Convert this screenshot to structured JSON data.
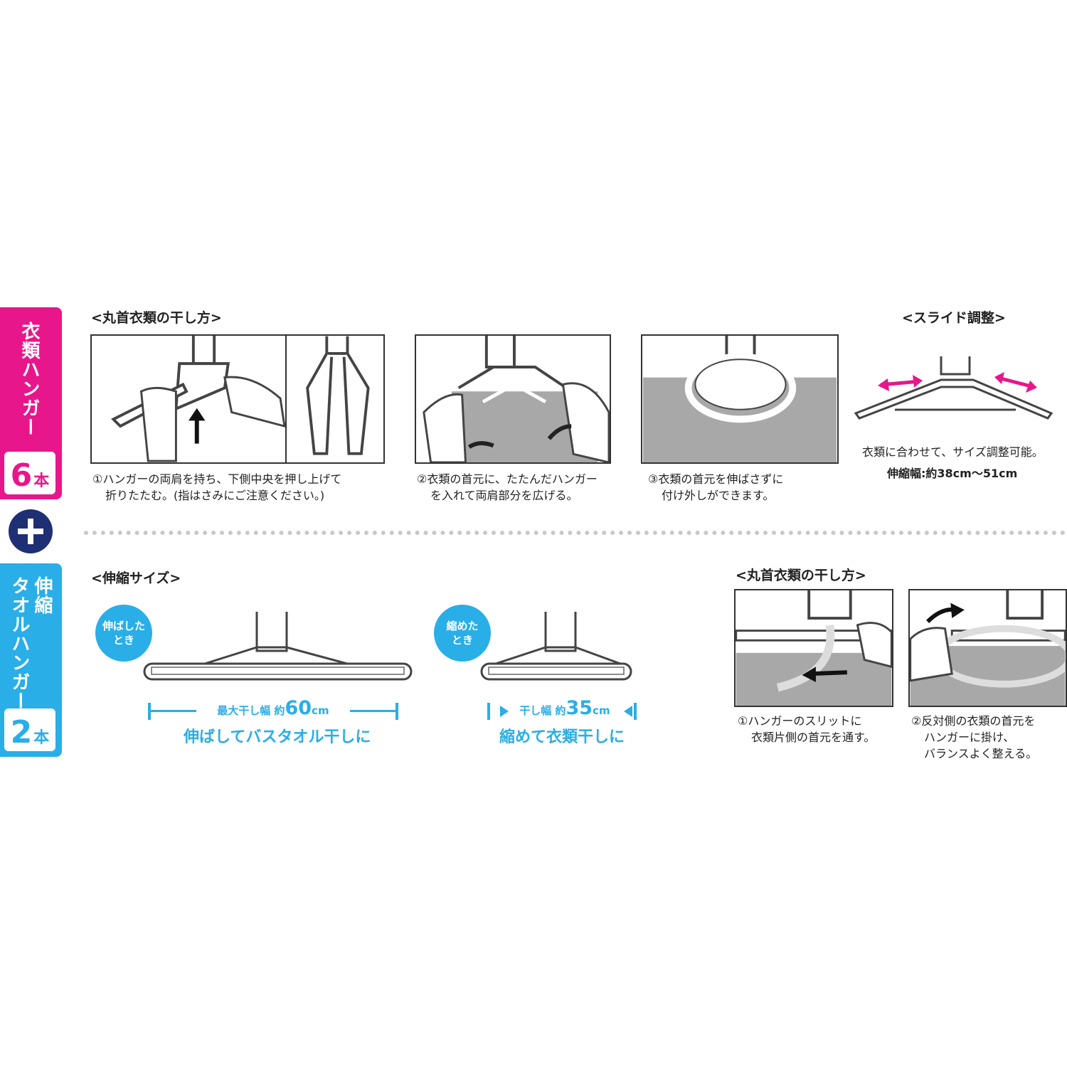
{
  "tab1": {
    "text": "衣類ハンガー",
    "count": "6",
    "unit": "本",
    "color": "#e8168b"
  },
  "plus": {
    "symbol": "+"
  },
  "tab2": {
    "line1": "伸縮",
    "line2": "タオルハンガー",
    "count": "2",
    "unit": "本",
    "color": "#29aee8"
  },
  "section1": {
    "heading": "<丸首衣類の干し方>",
    "step1": {
      "line1": "①ハンガーの両肩を持ち、下側中央を押し上げて",
      "line2": "折りたたむ。(指はさみにご注意ください。)"
    },
    "step2": {
      "line1": "②衣類の首元に、たたんだハンガー",
      "line2": "を入れて両肩部分を広げる。"
    },
    "step3": {
      "line1": "③衣類の首元を伸ばさずに",
      "line2": "付け外しができます。"
    }
  },
  "slide": {
    "heading": "<スライド調整>",
    "line1": "衣類に合わせて、サイズ調整可能。",
    "line2": "伸縮幅:約38cm〜51cm",
    "arrow_color": "#e8168b"
  },
  "section2": {
    "heading": "<伸縮サイズ>",
    "extended": {
      "bubble_line1": "伸ばした",
      "bubble_line2": "とき",
      "dim_prefix": "最大干し幅 約",
      "dim_value": "60",
      "dim_unit": "cm",
      "title": "伸ばしてバスタオル干しに"
    },
    "retracted": {
      "bubble_line1": "縮めた",
      "bubble_line2": "とき",
      "dim_prefix": "干し幅 約",
      "dim_value": "35",
      "dim_unit": "cm",
      "title": "縮めて衣類干しに"
    }
  },
  "section3": {
    "heading": "<丸首衣類の干し方>",
    "step1": {
      "line1": "①ハンガーのスリットに",
      "line2": "衣類片側の首元を通す。"
    },
    "step2": {
      "line1": "②反対側の衣類の首元を",
      "line2": "ハンガーに掛け、",
      "line3": "バランスよく整える。"
    }
  }
}
